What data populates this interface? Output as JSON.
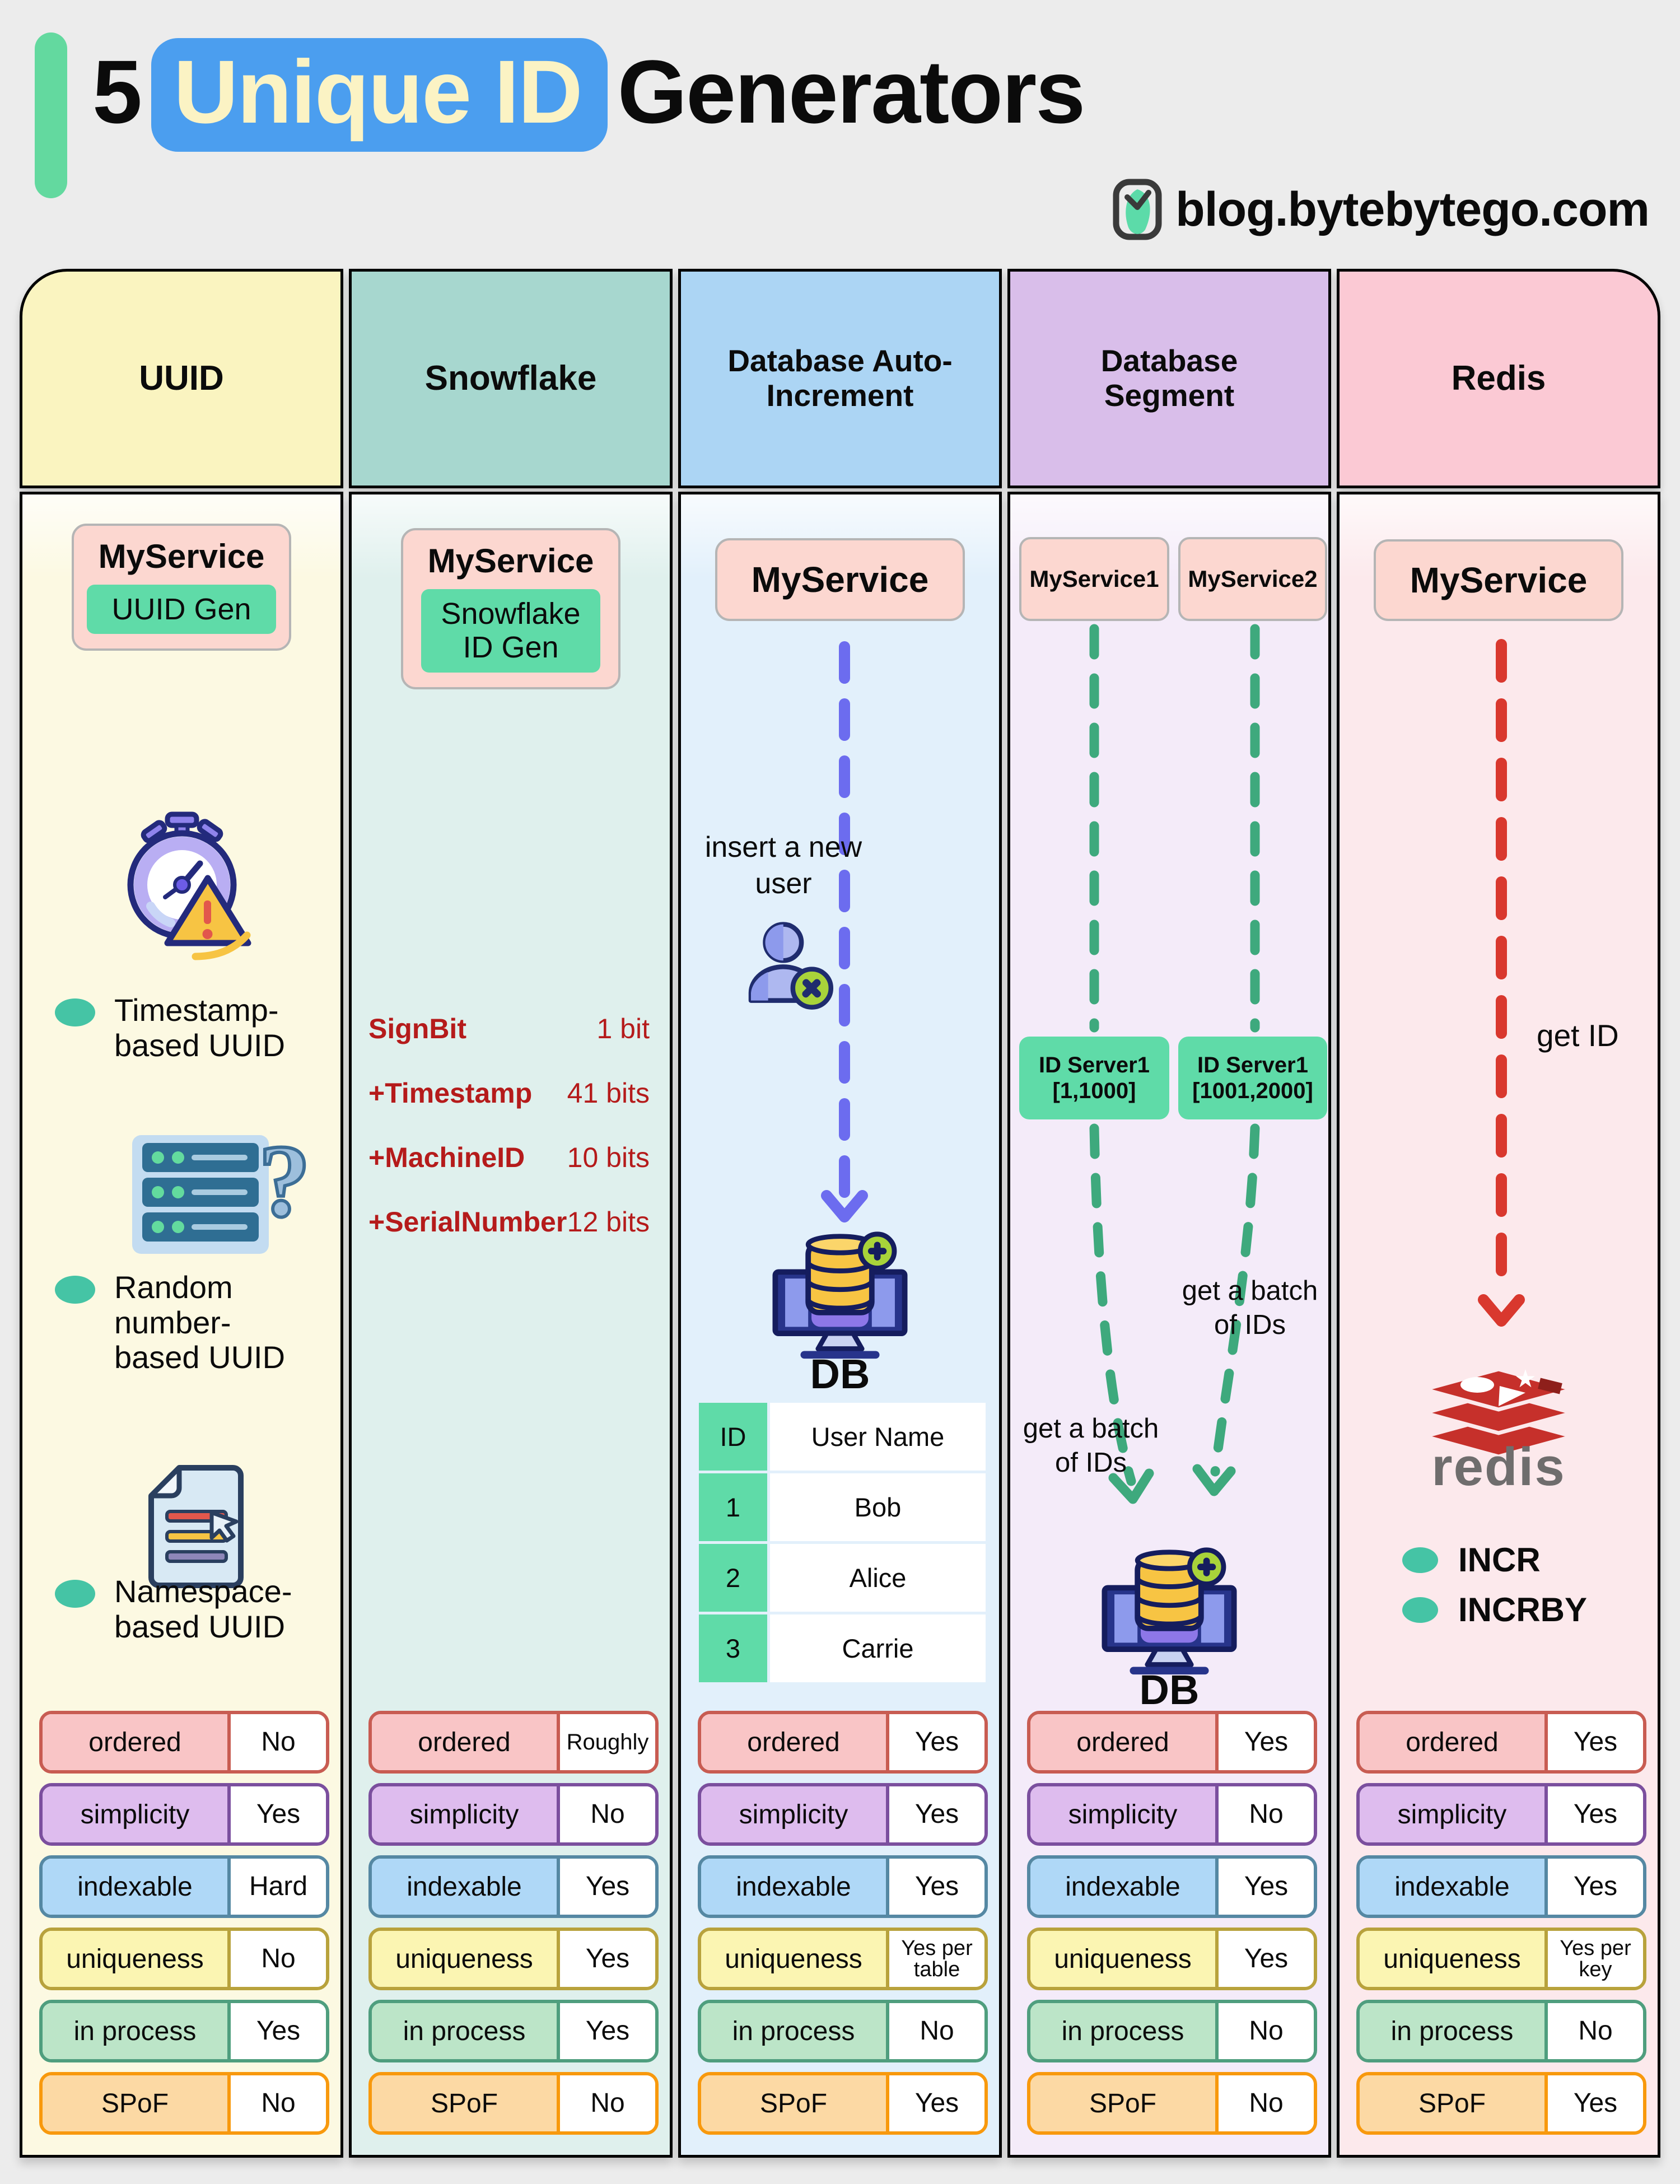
{
  "title": {
    "prefix": "5",
    "highlight": "Unique ID",
    "suffix": "Generators"
  },
  "brand": {
    "text": "blog.bytebytego.com"
  },
  "attribute_labels": [
    "ordered",
    "simplicity",
    "indexable",
    "uniqueness",
    "in process",
    "SPoF"
  ],
  "colors": {
    "highlight_bg": "#4B9EEF",
    "highlight_text": "#FBF3C4",
    "accent_green": "#5FDBA8",
    "bullet_teal": "#45C4A5",
    "bits_red": "#B51B1B",
    "redis_red": "#D9382E",
    "segment_dash_green": "#3EA97D",
    "autoincrement_dash_purple": "#6C6CEF"
  },
  "columns": [
    {
      "header": "UUID",
      "service": {
        "name": "MyService",
        "generator": "UUID Gen"
      },
      "bullets": [
        "Timestamp-based UUID",
        "Random number-based UUID",
        "Namespace-based UUID"
      ],
      "attrs": [
        "No",
        "Yes",
        "Hard",
        "No",
        "Yes",
        "No"
      ]
    },
    {
      "header": "Snowflake",
      "service": {
        "name": "MyService",
        "generator": "Snowflake ID Gen"
      },
      "bits": [
        {
          "label": "SignBit",
          "value": "1 bit"
        },
        {
          "label": "+Timestamp",
          "value": "41 bits"
        },
        {
          "label": "+MachineID",
          "value": "10 bits"
        },
        {
          "label": "+SerialNumber",
          "value": "12 bits"
        }
      ],
      "attrs": [
        "Roughly",
        "No",
        "Yes",
        "Yes",
        "Yes",
        "No"
      ]
    },
    {
      "header": "Database Auto-Increment",
      "service": {
        "name": "MyService"
      },
      "flow_label": "insert a new user",
      "db_label": "DB",
      "table": {
        "headers": [
          "ID",
          "User Name"
        ],
        "rows": [
          [
            "1",
            "Bob"
          ],
          [
            "2",
            "Alice"
          ],
          [
            "3",
            "Carrie"
          ]
        ]
      },
      "attrs": [
        "Yes",
        "Yes",
        "Yes",
        "Yes per table",
        "No",
        "Yes"
      ]
    },
    {
      "header": "Database Segment",
      "services": [
        "MyService1",
        "MyService2"
      ],
      "id_servers": [
        {
          "name": "ID Server1",
          "range": "[1,1000]"
        },
        {
          "name": "ID Server1",
          "range": "[1001,2000]"
        }
      ],
      "flow_labels": [
        "get a batch of IDs",
        "get a batch of IDs"
      ],
      "db_label": "DB",
      "attrs": [
        "Yes",
        "No",
        "Yes",
        "Yes",
        "No",
        "No"
      ]
    },
    {
      "header": "Redis",
      "service": {
        "name": "MyService"
      },
      "flow_label": "get ID",
      "logo_text": "redis",
      "commands": [
        "INCR",
        "INCRBY"
      ],
      "attrs": [
        "Yes",
        "Yes",
        "Yes",
        "Yes per key",
        "No",
        "Yes"
      ]
    }
  ]
}
